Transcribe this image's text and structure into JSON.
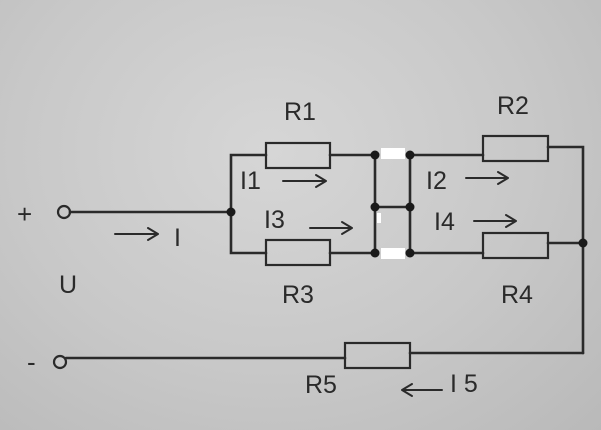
{
  "labels": {
    "r1": "R1",
    "r2": "R2",
    "r3": "R3",
    "r4": "R4",
    "r5": "R5",
    "i": "I",
    "i1": "I1",
    "i2": "I2",
    "i3": "I3",
    "i4": "I4",
    "i5": "I 5",
    "u": "U",
    "plus": "+",
    "minus": "-"
  }
}
